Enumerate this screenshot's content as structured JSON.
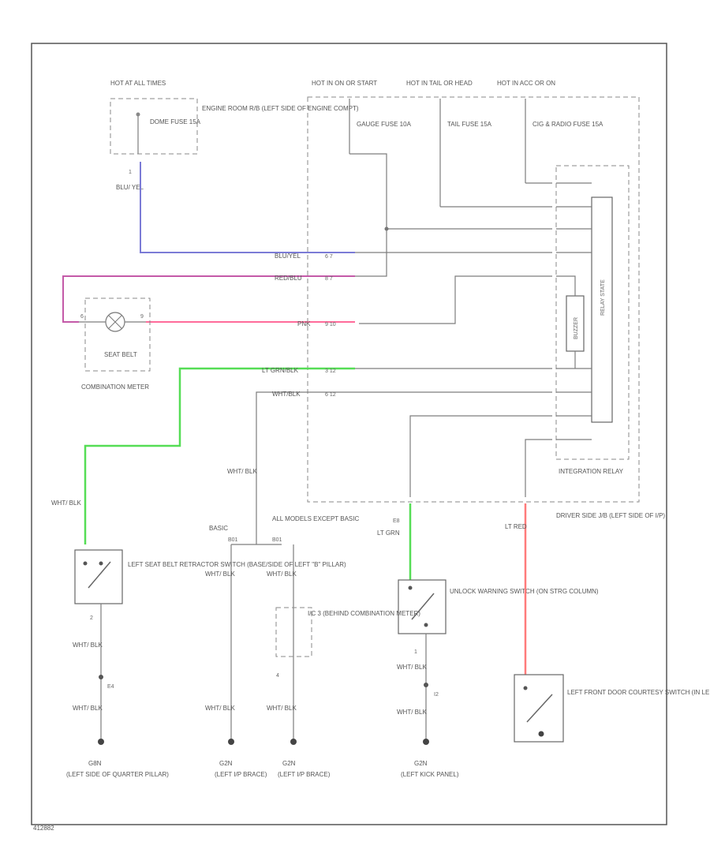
{
  "fuse_box": {
    "hot_label": "HOT AT ALL TIMES",
    "dome_fuse": "DOME FUSE 15A",
    "location": "ENGINE ROOM R/B (LEFT SIDE OF ENGINE COMPT)",
    "pin": "1",
    "wire": "BLU/ YEL"
  },
  "feeds": [
    {
      "hot": "HOT IN ON OR START",
      "fuse": "GAUGE FUSE 10A"
    },
    {
      "hot": "HOT IN TAIL OR HEAD",
      "fuse": "TAIL FUSE 15A"
    },
    {
      "hot": "HOT IN ACC OR ON",
      "fuse": "CIG & RADIO FUSE 15A"
    }
  ],
  "wires_left": [
    {
      "color": "BLU/YEL",
      "pin": "6 7"
    },
    {
      "color": "RED/BLU",
      "pin": "8 7"
    },
    {
      "color": "PNK",
      "pin": "9 10"
    },
    {
      "color": "LT GRN/BLK",
      "pin": "3 12"
    },
    {
      "color": "WHT/BLK",
      "pin": "6 12"
    }
  ],
  "combination_meter": {
    "name": "COMBINATION METER",
    "indicator": "SEAT BELT",
    "pin_left": "6",
    "pin_right": "9"
  },
  "integration_relay": {
    "name": "INTEGRATION RELAY",
    "ic_label": "RELAY STATE",
    "buzzer_label": "BUZZER",
    "jb_label": "DRIVER SIDE J/B (LEFT SIDE OF I/P)"
  },
  "seatbelt_switch": {
    "wire_top": "WHT/ BLK",
    "label": "LEFT SEAT BELT RETRACTOR SWITCH (BASE/SIDE OF LEFT \"B\" PILLAR)",
    "pin": "2",
    "wire_bottom_1": "WHT/ BLK",
    "splice": "E4",
    "wire_bottom_2": "WHT/ BLK",
    "ground": "G8N",
    "ground_location": "(LEFT SIDE OF QUARTER PILLAR)"
  },
  "center_branch": {
    "wire_top": "WHT/ BLK",
    "basic_label": "BASIC",
    "basic_conn": "B01",
    "all_models_label": "ALL MODELS EXCEPT BASIC",
    "all_conn": "B01",
    "basic_wire": "WHT/ BLK",
    "basic_wire_2": "WHT/ BLK",
    "basic_ground": "G2N",
    "basic_ground_loc": "(LEFT I/P BRACE)",
    "other_wire": "WHT/ BLK",
    "ic_label": "I/C 3 (BEHIND COMBINATION METER)",
    "ic_pin": "4",
    "other_wire_2": "WHT/ BLK",
    "other_ground": "G2N",
    "other_ground_loc": "(LEFT I/P BRACE)"
  },
  "unlock_switch": {
    "conn": "E8",
    "wire": "LT GRN",
    "label": "UNLOCK WARNING SWITCH (ON STRG COLUMN)",
    "pin": "1",
    "wire_bottom": "WHT/ BLK",
    "splice": "I2",
    "wire_bottom_2": "WHT/ BLK",
    "ground": "G2N",
    "ground_location": "(LEFT KICK PANEL)"
  },
  "door_switch": {
    "wire": "LT RED",
    "label": "LEFT FRONT DOOR COURTESY SWITCH (IN LEFT \"B\" PILLAR)"
  },
  "footer": "412882",
  "colors": {
    "blue": "#7b7bd6",
    "magenta": "#c45aa8",
    "pink": "#ff6b9a",
    "green": "#55dd55",
    "red": "#ff7b7b"
  }
}
